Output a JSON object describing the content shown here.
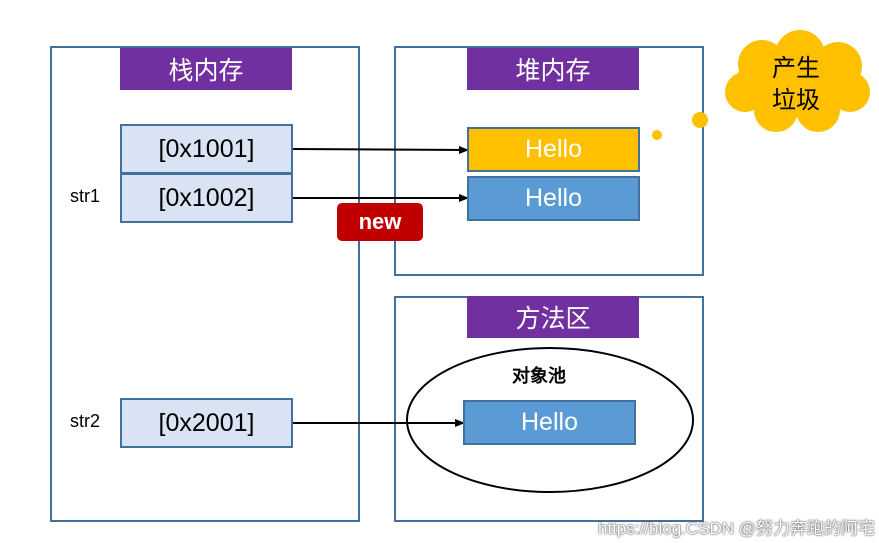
{
  "stack": {
    "title": "栈内存"
  },
  "heap": {
    "title": "堆内存"
  },
  "method_area": {
    "title": "方法区",
    "pool_label": "对象池"
  },
  "variables": {
    "str1": "str1",
    "str2": "str2"
  },
  "addresses": {
    "a1": "[0x1001]",
    "a2": "[0x1002]",
    "a3": "[0x2001]"
  },
  "objects": {
    "heap_obj1": "Hello",
    "heap_obj2": "Hello",
    "pool_obj": "Hello"
  },
  "badge": {
    "new": "new"
  },
  "cloud": {
    "line1": "产生",
    "line2": "垃圾"
  },
  "watermark": "https://blog.CSDN @努力奔跑的阿宅",
  "colors": {
    "title_bg": "#7030a0",
    "panel_border": "#41719c",
    "address_fill": "#dae3f3",
    "object_blue": "#5b9bd5",
    "object_garbage": "#ffc000",
    "cloud_fill": "#ffc000",
    "new_badge": "#c00000"
  }
}
